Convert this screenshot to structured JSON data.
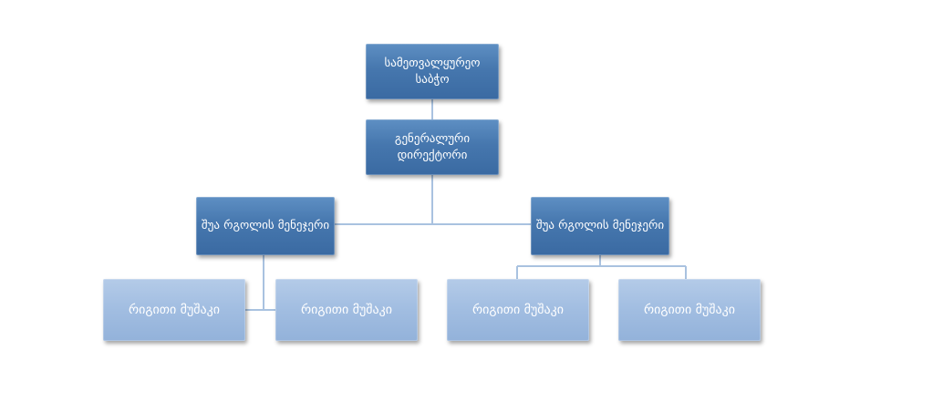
{
  "diagram": {
    "nodes": {
      "board": "სამეთვალყურეო საბჭო",
      "general_director": "გენერალური დირექტორი",
      "middle_manager_left": "შუა რგოლის მენეჯერი",
      "middle_manager_right": "შუა რგოლის მენეჯერი",
      "worker_1": "რიგითი მუშაკი",
      "worker_2": "რიგითი მუშაკი",
      "worker_3": "რიგითი მუშაკი",
      "worker_4": "რიგითი მუშაკი"
    },
    "edges": [
      [
        "board",
        "general_director"
      ],
      [
        "general_director",
        "middle_manager_left"
      ],
      [
        "general_director",
        "middle_manager_right"
      ],
      [
        "middle_manager_left",
        "worker_1"
      ],
      [
        "middle_manager_left",
        "worker_2"
      ],
      [
        "middle_manager_right",
        "worker_3"
      ],
      [
        "middle_manager_right",
        "worker_4"
      ]
    ],
    "colors": {
      "top_level": "#4677ae",
      "middle_level": "#6595ca",
      "bottom_level": "#a1bde1",
      "connector": "#a9c2e0"
    }
  }
}
